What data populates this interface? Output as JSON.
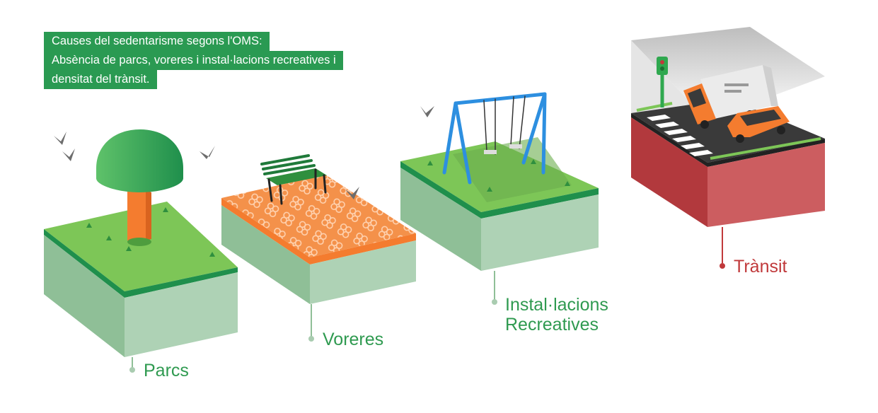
{
  "headline": {
    "line1": "Causes del sedentarisme segons l'OMS:",
    "line2": "Absència de parcs, voreres i instal·lacions recreatives i",
    "line3": "densitat del trànsit."
  },
  "categories": {
    "parcs": "Parcs",
    "voreres": "Voreres",
    "installacions_line1": "Instal·lacions",
    "installacions_line2": "Recreatives",
    "transit": "Trànsit"
  },
  "colors": {
    "headline_bg": "#2a9a52",
    "label_green": "#2f9a50",
    "label_red": "#c0393b",
    "grass": "#7dc657",
    "soil_green": "#a9ccb0",
    "tiles": "#f4914a",
    "road": "#3a3a3a",
    "transit_block": "#c24a4e"
  },
  "icons": [
    "tree-icon",
    "bench-icon",
    "swing-icon",
    "traffic-light-icon",
    "truck-icon",
    "car-icon",
    "bird-icon"
  ]
}
